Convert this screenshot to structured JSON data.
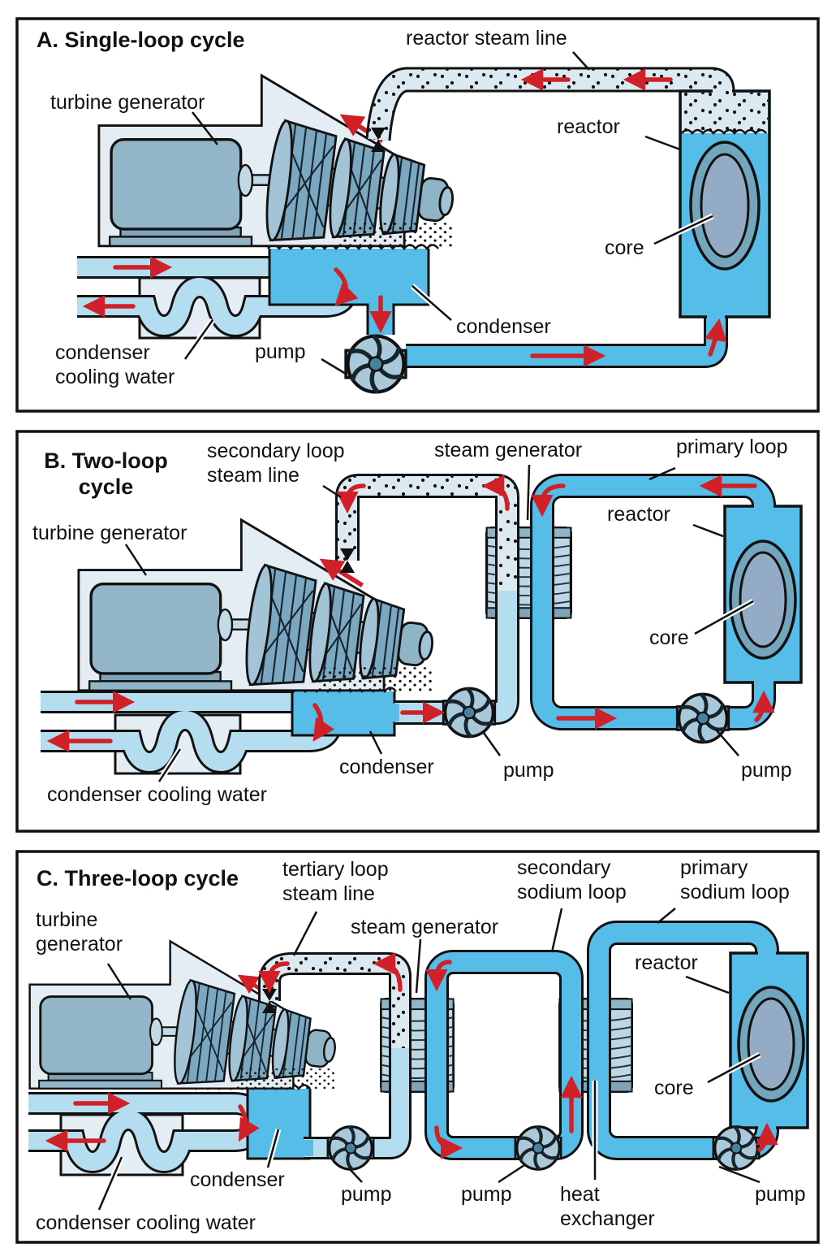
{
  "figure": {
    "description": "Nuclear power plant cooling cycle diagrams",
    "colors": {
      "water_blue": "#55bde8",
      "feedwater_light": "#b5ddf0",
      "steam_light": "#dde9f1",
      "housing_light": "#e4edf3",
      "machine_steel": "#92b5c8",
      "core_ring": "#73a5bd",
      "core_inner": "#93abc4",
      "arrow_red": "#cf2127",
      "outline": "#111111"
    }
  },
  "panels": [
    {
      "id": "A",
      "title": "A. Single-loop cycle",
      "labels": {
        "steam_line": "reactor steam line",
        "turbine": "turbine generator",
        "reactor": "reactor",
        "core": "core",
        "condenser": "condenser",
        "pump": "pump",
        "cooling": "condenser\ncooling water"
      }
    },
    {
      "id": "B",
      "title": "B. Two-loop\ncycle",
      "labels": {
        "steam_line": "secondary loop\nsteam line",
        "steam_generator": "steam generator",
        "primary_loop": "primary loop",
        "turbine": "turbine generator",
        "reactor": "reactor",
        "core": "core",
        "condenser": "condenser",
        "pump1": "pump",
        "pump2": "pump",
        "cooling": "condenser cooling water"
      }
    },
    {
      "id": "C",
      "title": "C. Three-loop cycle",
      "labels": {
        "steam_line": "tertiary loop\nsteam line",
        "steam_generator": "steam generator",
        "secondary_loop": "secondary\nsodium loop",
        "primary_loop": "primary\nsodium loop",
        "turbine": "turbine\ngenerator",
        "reactor": "reactor",
        "core": "core",
        "condenser": "condenser",
        "pump1": "pump",
        "pump2": "pump",
        "heat_exchanger": "heat\nexchanger",
        "pump3": "pump",
        "cooling": "condenser cooling water"
      }
    }
  ]
}
